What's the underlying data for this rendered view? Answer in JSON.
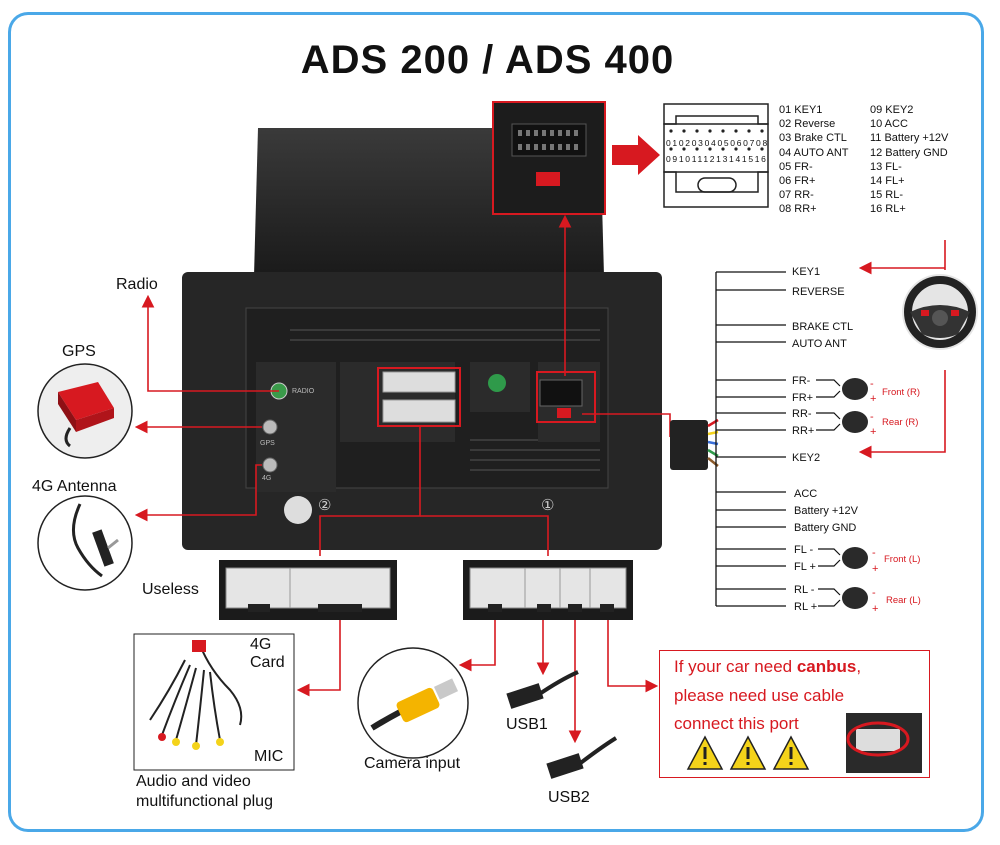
{
  "title": "ADS 200 / ADS 400",
  "labels": {
    "radio": "Radio",
    "gps": "GPS",
    "antenna": "4G Antenna",
    "useless": "Useless",
    "card4g": "4G",
    "card4g2": "Card",
    "mic": "MIC",
    "av_plug1": "Audio and video",
    "av_plug2": "multifunctional plug",
    "camera": "Camera input",
    "usb1": "USB1",
    "usb2": "USB2",
    "port2": "②",
    "port1": "①",
    "radio_socket": "RADIO",
    "gps_socket": "GPS",
    "socket_4g": "4G"
  },
  "pinout_left": [
    "01 KEY1",
    "02 Reverse",
    "03 Brake CTL",
    "04 AUTO ANT",
    "05 FR-",
    "06 FR+",
    "07 RR-",
    "08 RR+"
  ],
  "pinout_right": [
    "09 KEY2",
    "10 ACC",
    "11 Battery +12V",
    "12 Battery GND",
    "13 FL-",
    "14 FL+",
    "15 RL-",
    "16 RL+"
  ],
  "connector_top_numbers": [
    "01",
    "02",
    "03",
    "04",
    "05",
    "06",
    "07",
    "08"
  ],
  "connector_bottom_numbers": [
    "09",
    "10",
    "11",
    "12",
    "13",
    "14",
    "15",
    "16"
  ],
  "harness": {
    "key1": "KEY1",
    "reverse": "REVERSE",
    "brake": "BRAKE CTL",
    "auto_ant": "AUTO ANT",
    "fr_minus": "FR-",
    "fr_plus": "FR+",
    "rr_minus": "RR-",
    "rr_plus": "RR+",
    "key2": "KEY2",
    "acc": "ACC",
    "bat12": "Battery +12V",
    "batgnd": "Battery GND",
    "fl_minus": "FL -",
    "fl_plus": "FL +",
    "rl_minus": "RL -",
    "rl_plus": "RL +",
    "front_r": "Front (R)",
    "rear_r": "Rear (R)",
    "front_l": "Front (L)",
    "rear_l": "Rear (L)",
    "minus": "-",
    "plus": "+"
  },
  "canbus": {
    "line1_a": "If your car need ",
    "line1_b": "canbus",
    "line1_c": ",",
    "line2": "please need use cable",
    "line3": "connect this port"
  },
  "colors": {
    "accent_red": "#d71920",
    "frame_top": "#35c7e6",
    "frame_bottom": "#6b4fd6",
    "warning_yellow": "#f4d31a"
  }
}
